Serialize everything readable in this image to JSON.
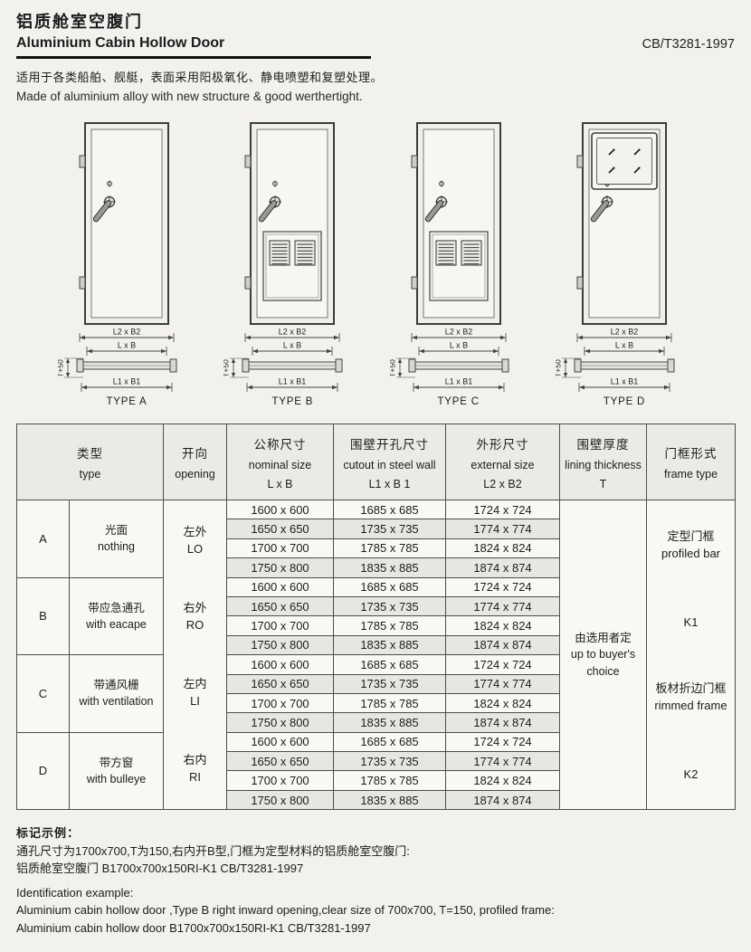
{
  "page": {
    "title_zh": "铝质舱室空腹门",
    "title_en": "Aluminium Cabin Hollow Door",
    "standard": "CB/T3281-1997",
    "desc_zh": "适用于各类船舶、舰艇，表面采用阳极氧化、静电喷塑和复塑处理。",
    "desc_en": "Made of aluminium alloy with new structure & good werthertight."
  },
  "figures": {
    "dim_labels": {
      "outer": "L2 x B2",
      "nominal": "L x B",
      "cutout": "L1 x B1",
      "thickness": "T+50"
    },
    "doors": [
      {
        "type_label": "TYPE A",
        "feature": "plain"
      },
      {
        "type_label": "TYPE B",
        "feature": "louver"
      },
      {
        "type_label": "TYPE C",
        "feature": "louver"
      },
      {
        "type_label": "TYPE D",
        "feature": "window"
      }
    ]
  },
  "table": {
    "headers": {
      "type_zh": "类型",
      "type_en": "type",
      "opening_zh": "开向",
      "opening_en": "opening",
      "nominal_zh": "公称尺寸",
      "nominal_en": "nominal size",
      "nominal_sub": "L x B",
      "cutout_zh": "围壁开孔尺寸",
      "cutout_en": "cutout in steel wall",
      "cutout_sub": "L1 x B 1",
      "external_zh": "外形尺寸",
      "external_en": "external size",
      "external_sub": "L2 x B2",
      "lining_zh": "围壁厚度",
      "lining_en": "lining thickness",
      "lining_sub": "T",
      "frame_zh": "门框形式",
      "frame_en": "frame type"
    },
    "types": [
      {
        "letter": "A",
        "desc_zh": "光面",
        "desc_en": "nothing"
      },
      {
        "letter": "B",
        "desc_zh": "带应急通孔",
        "desc_en": "with eacape"
      },
      {
        "letter": "C",
        "desc_zh": "带通风栅",
        "desc_en": "with ventilation"
      },
      {
        "letter": "D",
        "desc_zh": "带方窗",
        "desc_en": "with bulleye"
      }
    ],
    "openings": [
      {
        "zh": "左外",
        "en": "LO"
      },
      {
        "zh": "右外",
        "en": "RO"
      },
      {
        "zh": "左内",
        "en": "LI"
      },
      {
        "zh": "右内",
        "en": "RI"
      }
    ],
    "sizes": [
      {
        "nominal": "1600 x 600",
        "cutout": "1685 x 685",
        "external": "1724 x 724"
      },
      {
        "nominal": "1650 x 650",
        "cutout": "1735 x 735",
        "external": "1774 x 774"
      },
      {
        "nominal": "1700 x 700",
        "cutout": "1785 x 785",
        "external": "1824 x 824"
      },
      {
        "nominal": "1750 x 800",
        "cutout": "1835 x 885",
        "external": "1874 x 874"
      }
    ],
    "lining": {
      "zh": "由选用者定",
      "en": "up to buyer's choice"
    },
    "frames": [
      {
        "zh": "定型门框",
        "en": "profiled bar",
        "code": "K1"
      },
      {
        "zh": "板材折边门框",
        "en": "rimmed frame",
        "code": "K2"
      }
    ]
  },
  "footer": {
    "label_zh": "标记示例：",
    "line1_zh": "通孔尺寸为1700x700,T为150,右内开B型,门框为定型材料的铝质舱室空腹门:",
    "line2_zh": "铝质舱室空腹门 B1700x700x150RI-K1 CB/T3281-1997",
    "label_en": "Identification example:",
    "line1_en": "Aluminium cabin hollow door ,Type B right inward opening,clear size of 700x700, T=150, profiled frame:",
    "line2_en": "Aluminium cabin hollow door B1700x700x150RI-K1 CB/T3281-1997"
  }
}
